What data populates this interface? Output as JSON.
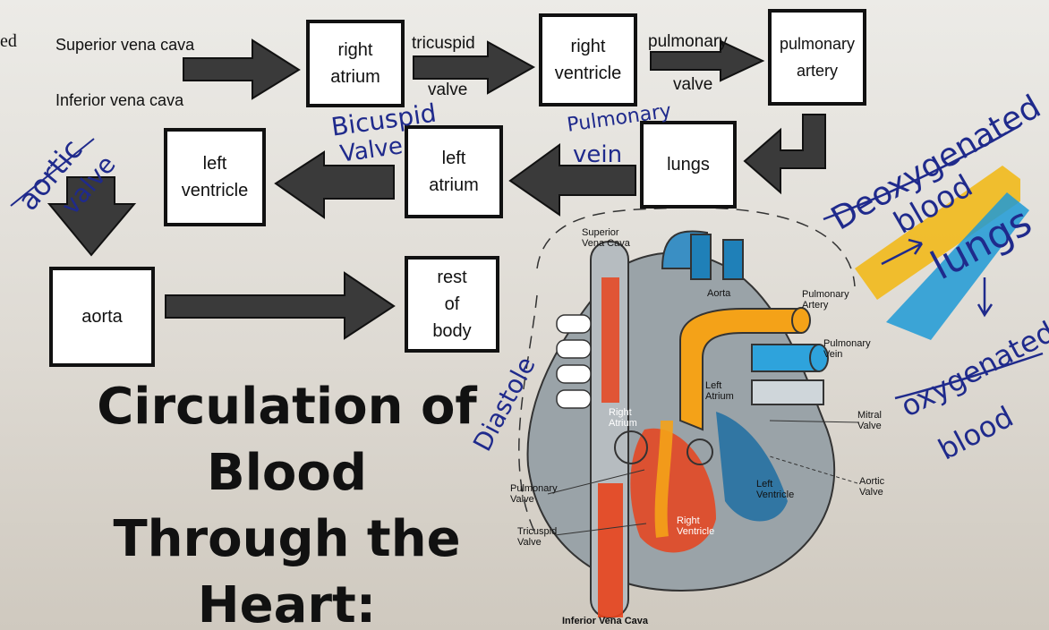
{
  "top_left_fragment": "ed",
  "inputs": {
    "superior": "Superior vena cava",
    "inferior": "Inferior vena cava"
  },
  "boxes": {
    "right_atrium": "right\natrium",
    "right_ventricle": "right\nventricle",
    "pulmonary_artery": "pulmonary\nartery",
    "lungs": "lungs",
    "left_atrium": "left\natrium",
    "left_ventricle": "left\nventricle",
    "aorta": "aorta",
    "rest_of_body": "rest\nof\nbody"
  },
  "valves": {
    "tricuspid": "tricuspid",
    "tricuspid_2": "valve",
    "pulmonary": "pulmonary",
    "pulmonary_2": "valve"
  },
  "handwriting": {
    "bicuspid_1": "Bicuspid",
    "bicuspid_2": "Valve",
    "pulmonary_vein_1": "Pulmonary",
    "pulmonary_vein_2": "vein",
    "aortic_1": "aortic",
    "aortic_2": "valve",
    "deoxygenated_1": "Deoxygenated",
    "deoxygenated_2": "blood",
    "lungs": "lungs",
    "oxygenated_1": "oxygenated",
    "oxygenated_2": "blood",
    "diastole": "Diastole"
  },
  "title": "Circulation of\nBlood\nThrough the\nHeart:",
  "heart_labels": {
    "superior_vena_cava": "Superior\nVena Cava",
    "aorta": "Aorta",
    "pulmonary_artery": "Pulmonary\nArtery",
    "pulmonary_vein": "Pulmonary\nVein",
    "left_atrium": "Left\nAtrium",
    "right_atrium": "Right\nAtrium",
    "mitral_valve": "Mitral\nValve",
    "aortic_valve": "Aortic\nValve",
    "left_ventricle": "Left\nVentricle",
    "pulmonary_valve": "Pulmonary\nValve",
    "tricuspid_valve": "Tricuspid\nValve",
    "right_ventricle": "Right\nVentricle",
    "inferior_vena_cava": "Inferior Vena Cava"
  },
  "colors": {
    "ink": "#1f2a8c",
    "deoxygenated": "#f2a20f",
    "oxygenated": "#1f9ad6",
    "arrow": "#3a3a3a",
    "vein_red": "#e8431c"
  }
}
